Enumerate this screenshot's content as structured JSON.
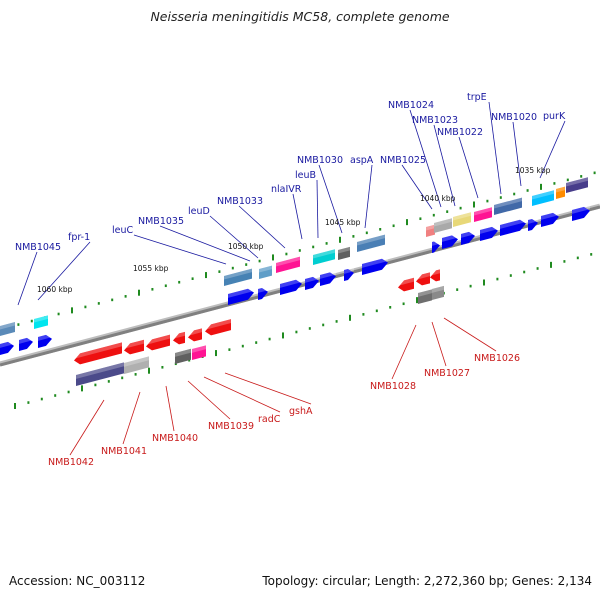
{
  "title": "Neisseria meningitidis MC58, complete genome",
  "footer": {
    "accession": "Accession: NC_003112",
    "summary": "Topology: circular; Length: 2,272,360 bp; Genes: 2,134"
  },
  "colors": {
    "forward_label": "#1a1aa0",
    "reverse_label": "#c81a1a",
    "backbone": "#808080",
    "tick": "#1f8a1f",
    "cds_forward": "#0000ee",
    "cds_reverse": "#ee1010"
  },
  "scale_labels": [
    "1060 kbp",
    "1055 kbp",
    "1050 kbp",
    "1045 kbp",
    "1040 kbp",
    "1035 kbp"
  ],
  "forward_labels": [
    "NMB1045",
    "fpr-1",
    "leuC",
    "NMB1035",
    "leuD",
    "NMB1033",
    "nlaIVR",
    "leuB",
    "NMB1030",
    "aspA",
    "NMB1025",
    "NMB1024",
    "NMB1023",
    "NMB1022",
    "trpE",
    "NMB1020",
    "purK"
  ],
  "reverse_labels": [
    "NMB1042",
    "NMB1041",
    "NMB1040",
    "NMB1039",
    "radC",
    "gshA",
    "NMB1028",
    "NMB1027",
    "NMB1026"
  ]
}
